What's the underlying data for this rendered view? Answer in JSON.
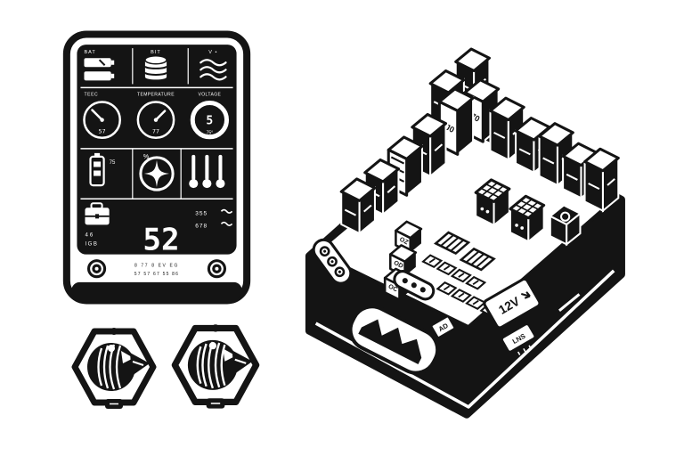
{
  "palette": {
    "ink": "#141414",
    "paper": "#ffffff"
  },
  "control_panel": {
    "battery_label": "BAT",
    "stack_label": "BIT",
    "signal_label": "V •",
    "section_left": "TEEC",
    "section_middle": "TEMPERATURE",
    "section_right": "VOLTAGE",
    "gauge_left_value": "57",
    "gauge_middle_value": "77",
    "gauge_right_value": "5",
    "gauge_right_sub": "75°",
    "battery_level": "75",
    "badge_mark": "%",
    "case_value": "46",
    "case_code": "IGB",
    "main_readout": "52",
    "aux_value_top": "355",
    "aux_value_bottom": "678",
    "footer_row_1": "8 77 8 EV EG",
    "footer_row_2": "57 57 67 55 86"
  },
  "fuse_box": {
    "relay_label_a": "J0",
    "relay_label_b": "70",
    "fuse_label_a": "OZ",
    "fuse_label_b": "OD",
    "fuse_label_c": "OC",
    "tag_label": "AD",
    "power_label": "12V",
    "power_sub_label": "LNS"
  }
}
